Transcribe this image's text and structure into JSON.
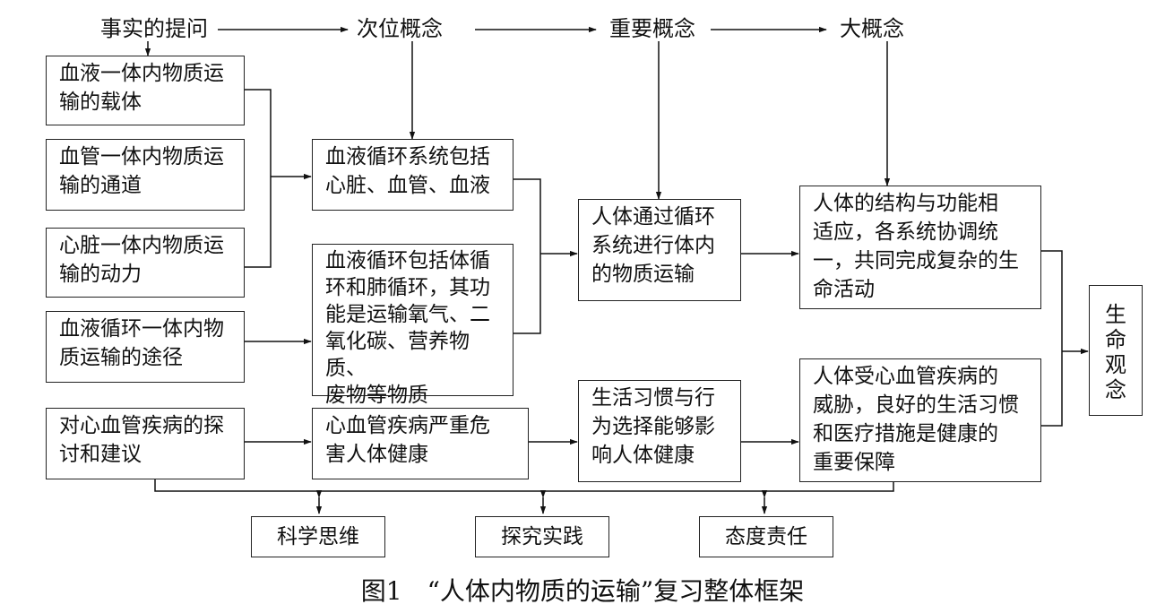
{
  "levels": [
    "事实的提问",
    "次位概念",
    "重要概念",
    "大概念"
  ],
  "facts": [
    [
      "血液一体内物质运",
      "输的载体"
    ],
    [
      "血管一体内物质运",
      "输的通道"
    ],
    [
      "心脏一体内物质运",
      "输的动力"
    ],
    [
      "血液循环一体内物",
      "质运输的途径"
    ],
    [
      "对心血管疾病的探",
      "讨和建议"
    ]
  ],
  "sub_concepts": [
    [
      "血液循环系统包括",
      "心脏、血管、血液"
    ],
    [
      "血液循环包括体循",
      "环和肺循环，其功",
      "能是运输氧气、二",
      "氧化碳、营养物质、",
      "废物等物质"
    ],
    [
      "心血管疾病严重危",
      "害人体健康"
    ]
  ],
  "important_concepts": [
    [
      "人体通过循环",
      "系统进行体内",
      "的物质运输"
    ],
    [
      "生活习惯与行",
      "为选择能够影",
      "响人体健康"
    ]
  ],
  "big_concepts": [
    [
      "人体的结构与功能相",
      "适应，各系统协调统",
      "一，共同完成复杂的生",
      "命活动"
    ],
    [
      "人体受心血管疾病的",
      "威胁，良好的生活习惯",
      "和医疗措施是健康的",
      "重要保障"
    ]
  ],
  "life_concept": [
    "生",
    "命",
    "观",
    "念"
  ],
  "practices": [
    "科学思维",
    "探究实践",
    "态度责任"
  ],
  "caption": "图1　“人体内物质的运输”复习整体框架"
}
